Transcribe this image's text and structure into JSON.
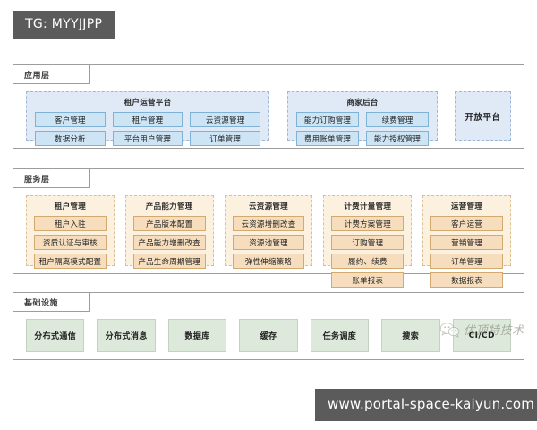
{
  "overlays": {
    "tg_tag": "TG: MYYJJPP",
    "url_banner": "www.portal-space-kaiyun.com",
    "watermark_text": "优顶特技术",
    "watermark_icon": "wechat-icon"
  },
  "colors": {
    "tag_background": "#5b5b5b",
    "tag_text": "#ffffff",
    "layer_border": "#9d9d9d",
    "app_tile_fill": "#cde4f4",
    "app_tile_border": "#7fb2d4",
    "app_group_fill": "#e0e9f6",
    "app_group_border": "#9fb6d6",
    "service_tile_fill": "#f6ddbd",
    "service_tile_border": "#d2a96e",
    "service_group_fill": "#fbf1de",
    "service_group_border": "#d9bf93",
    "infra_tile_fill": "#dde9da",
    "infra_tile_border": "#c3d3bf"
  },
  "layers": [
    {
      "id": "application",
      "label": "应用层",
      "groups": [
        {
          "id": "tenant-operation-platform",
          "title": "租户运营平台",
          "tiles": [
            "客户管理",
            "租户管理",
            "云资源管理",
            "数据分析",
            "平台用户管理",
            "订单管理"
          ]
        },
        {
          "id": "merchant-backend",
          "title": "商家后台",
          "tiles": [
            "能力订购管理",
            "续费管理",
            "费用账单管理",
            "能力授权管理"
          ]
        }
      ],
      "standalone": {
        "id": "open-platform",
        "title": "开放平台"
      }
    },
    {
      "id": "service",
      "label": "服务层",
      "groups": [
        {
          "id": "tenant-management",
          "title": "租户管理",
          "tiles": [
            "租户入驻",
            "资质认证与审核",
            "租户隔离模式配置"
          ]
        },
        {
          "id": "product-capability-management",
          "title": "产品能力管理",
          "tiles": [
            "产品版本配置",
            "产品能力增删改查",
            "产品生命周期管理"
          ]
        },
        {
          "id": "cloud-resource-management",
          "title": "云资源管理",
          "tiles": [
            "云资源增删改查",
            "资源池管理",
            "弹性伸缩策略"
          ]
        },
        {
          "id": "billing-metering-management",
          "title": "计费计量管理",
          "tiles": [
            "计费方案管理",
            "订购管理",
            "履约、续费",
            "账单报表"
          ]
        },
        {
          "id": "operations-management",
          "title": "运营管理",
          "tiles": [
            "客户运营",
            "营销管理",
            "订单管理",
            "数据报表"
          ]
        }
      ]
    },
    {
      "id": "infrastructure",
      "label": "基础设施",
      "tiles": [
        "分布式通信",
        "分布式消息",
        "数据库",
        "缓存",
        "任务调度",
        "搜索",
        "CI/CD"
      ]
    }
  ]
}
